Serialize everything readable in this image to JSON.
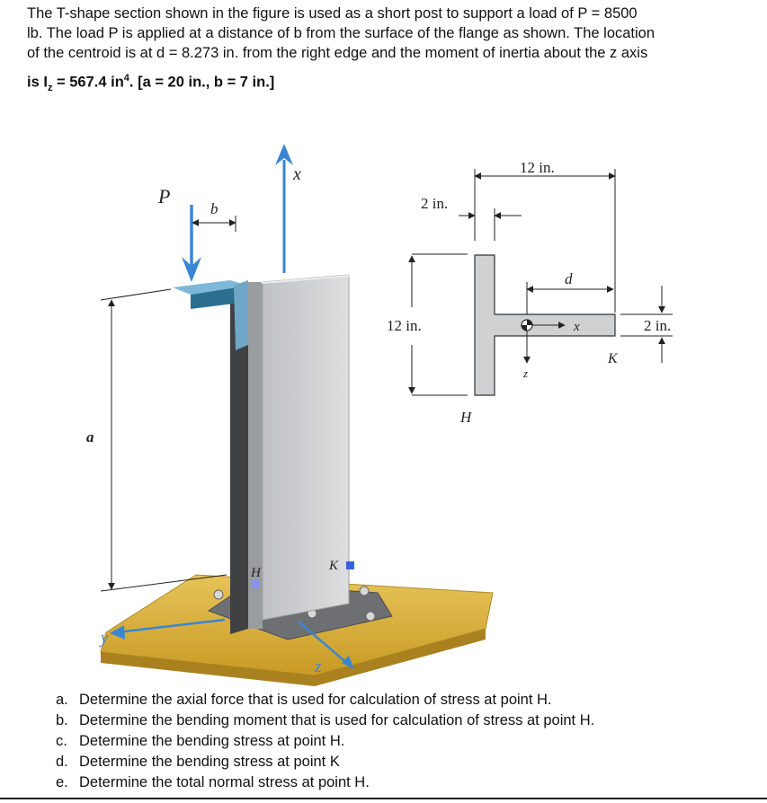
{
  "problem": {
    "line1": "The T-shape section shown in the figure is used as a short post to support a load of P = 8500",
    "line2": "lb. The load P is applied at a distance of b from the surface of the flange as shown. The location",
    "line3": "of the centroid is at d = 8.273 in. from the right edge and the moment of inertia about the z axis",
    "given_prefix": "is I",
    "given_sub": "z",
    "given_mid": " = 567.4 in",
    "given_sup": "4",
    "given_suffix": ". [a = 20 in., b = 7 in.]"
  },
  "figure": {
    "post": {
      "label_P": "P",
      "label_b": "b",
      "label_x": "x",
      "label_a": "a",
      "label_H": "H",
      "label_K": "K",
      "label_y": "y",
      "label_z": "z"
    },
    "section": {
      "dim_top": "12 in.",
      "dim_web": "2 in.",
      "dim_height": "12 in.",
      "dim_d": "d",
      "dim_flange": "2 in.",
      "label_x": "x",
      "label_z": "z",
      "label_H": "H",
      "label_K": "K"
    }
  },
  "questions": [
    {
      "letter": "a.",
      "text": "Determine the axial force that is used for calculation of stress at point H."
    },
    {
      "letter": "b.",
      "text": "Determine the bending moment that is used for calculation of stress at point H."
    },
    {
      "letter": "c.",
      "text": "Determine the bending stress at point H."
    },
    {
      "letter": "d.",
      "text": "Determine the bending stress at point K"
    },
    {
      "letter": "e.",
      "text": "Determine the total normal stress at point H."
    }
  ],
  "colors": {
    "arrow_blue": "#3a86d4",
    "base_wood": "#d9b23c",
    "post_gray": "#c9cbcd",
    "section_gray": "#cfd1d3"
  }
}
